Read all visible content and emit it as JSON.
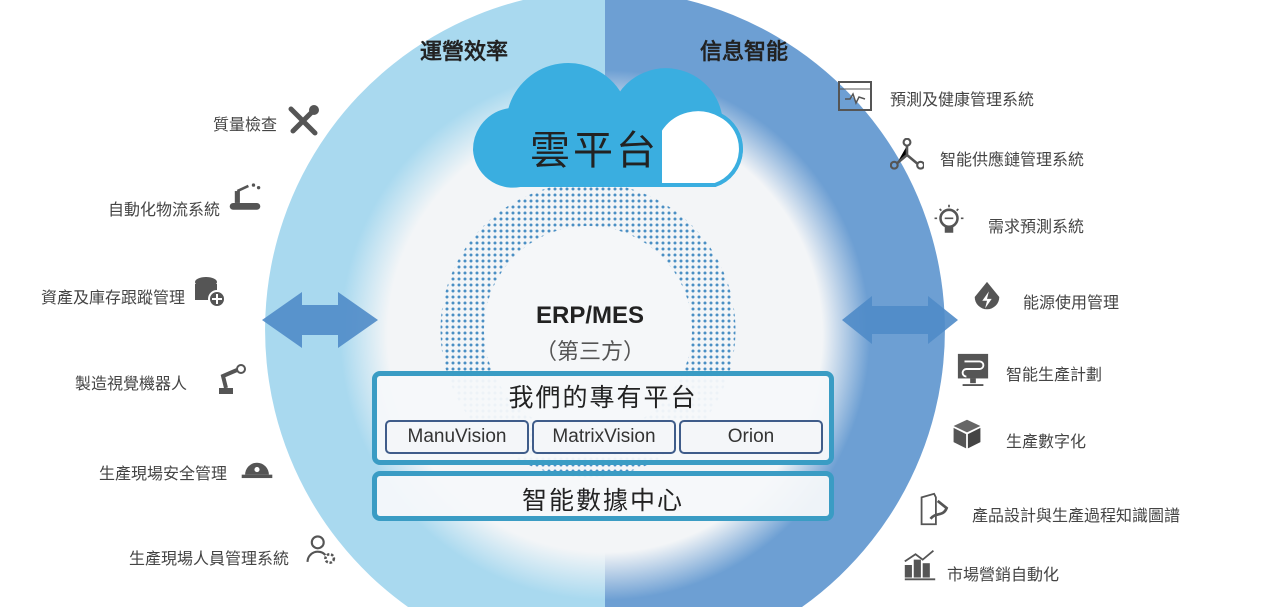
{
  "headers": {
    "left": "運營效率",
    "right": "信息智能"
  },
  "cloud": {
    "label": "雲平台"
  },
  "core": {
    "title": "ERP/MES",
    "subtitle": "（第三方）"
  },
  "platform": {
    "title": "我們的專有平台",
    "modules": [
      "ManuVision",
      "MatrixVision",
      "Orion"
    ]
  },
  "data_center": {
    "label": "智能數據中心"
  },
  "left_items": [
    {
      "label": "質量檢查",
      "icon": "tools-icon"
    },
    {
      "label": "自動化物流系統",
      "icon": "conveyor-robot-icon"
    },
    {
      "label": "資產及庫存跟蹤管理",
      "icon": "database-add-icon"
    },
    {
      "label": "製造視覺機器人",
      "icon": "robot-arm-icon"
    },
    {
      "label": "生產現場安全管理",
      "icon": "hard-hat-icon"
    },
    {
      "label": "生產現場人員管理系統",
      "icon": "user-gear-icon"
    }
  ],
  "right_items": [
    {
      "label": "預測及健康管理系統",
      "icon": "monitor-waveform-icon"
    },
    {
      "label": "智能供應鏈管理系統",
      "icon": "network-nodes-icon"
    },
    {
      "label": "需求預測系統",
      "icon": "lightbulb-icon"
    },
    {
      "label": "能源使用管理",
      "icon": "energy-drop-icon"
    },
    {
      "label": "智能生產計劃",
      "icon": "planning-board-icon"
    },
    {
      "label": "生產數字化",
      "icon": "cube-icon"
    },
    {
      "label": "產品設計與生產過程知識圖譜",
      "icon": "design-document-icon"
    },
    {
      "label": "市場營銷自動化",
      "icon": "bar-chart-growth-icon"
    }
  ],
  "colors": {
    "ring_left": "#a9d9ef",
    "ring_right": "#6d9fd3",
    "accent": "#3a9cc4",
    "arrow": "#4f8bc8"
  }
}
